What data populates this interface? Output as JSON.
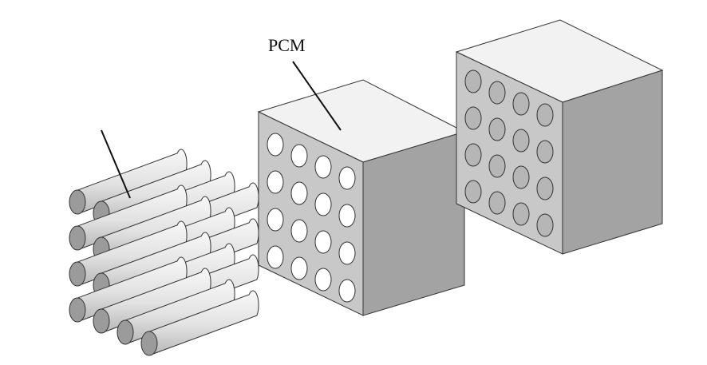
{
  "labels": {
    "pcm": "PCM"
  },
  "colors": {
    "top_face": "#f2f2f2",
    "front_face": "#c8c8c8",
    "side_face": "#a3a3a3",
    "hole_see_through": "#ffffff",
    "hole_filled": "#b6b6b6",
    "cylinder_body": "#e6e6e6",
    "cylinder_cap": "#9b9b9b",
    "edge": "#333333"
  },
  "structure": {
    "hole_rows": 4,
    "hole_cols": 4,
    "cylinder_rows": 4,
    "cylinder_cols": 4
  }
}
